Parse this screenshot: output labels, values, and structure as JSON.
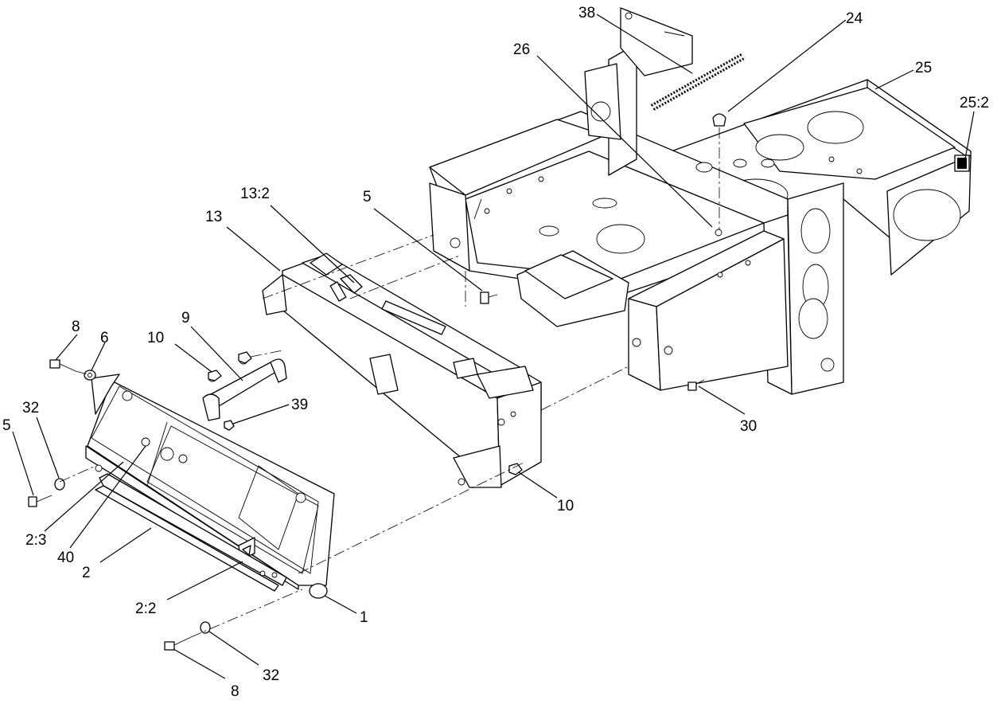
{
  "callouts": [
    {
      "id": "c-38",
      "text": "38"
    },
    {
      "id": "c-24",
      "text": "24"
    },
    {
      "id": "c-26",
      "text": "26"
    },
    {
      "id": "c-25",
      "text": "25"
    },
    {
      "id": "c-25-2",
      "text": "25:2"
    },
    {
      "id": "c-13-2",
      "text": "13:2"
    },
    {
      "id": "c-13",
      "text": "13"
    },
    {
      "id": "c-5a",
      "text": "5"
    },
    {
      "id": "c-8a",
      "text": "8"
    },
    {
      "id": "c-6",
      "text": "6"
    },
    {
      "id": "c-9",
      "text": "9"
    },
    {
      "id": "c-10a",
      "text": "10"
    },
    {
      "id": "c-39",
      "text": "39"
    },
    {
      "id": "c-32a",
      "text": "32"
    },
    {
      "id": "c-5b",
      "text": "5"
    },
    {
      "id": "c-30",
      "text": "30"
    },
    {
      "id": "c-10b",
      "text": "10"
    },
    {
      "id": "c-2-3",
      "text": "2:3"
    },
    {
      "id": "c-40",
      "text": "40"
    },
    {
      "id": "c-2",
      "text": "2"
    },
    {
      "id": "c-2-2",
      "text": "2:2"
    },
    {
      "id": "c-1",
      "text": "1"
    },
    {
      "id": "c-32b",
      "text": "32"
    },
    {
      "id": "c-8b",
      "text": "8"
    }
  ]
}
